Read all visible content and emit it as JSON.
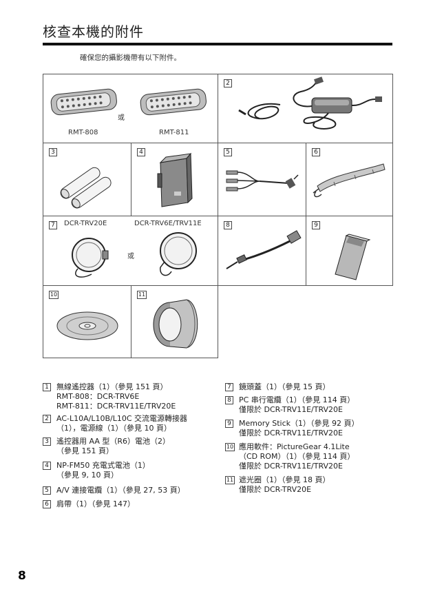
{
  "title": "核查本機的附件",
  "intro": "確保您的攝影機帶有以下附件。",
  "panels": {
    "p1": {
      "or": "或",
      "label_a": "RMT-808",
      "label_b": "RMT-811"
    },
    "p2": {
      "num": "2"
    },
    "p3": {
      "num": "3"
    },
    "p4": {
      "num": "4"
    },
    "p5": {
      "num": "5"
    },
    "p6": {
      "num": "6"
    },
    "p7": {
      "num": "7",
      "label_a": "DCR-TRV20E",
      "label_b": "DCR-TRV6E/TRV11E",
      "or": "或"
    },
    "p8": {
      "num": "8"
    },
    "p9": {
      "num": "9"
    },
    "p10": {
      "num": "10"
    },
    "p11": {
      "num": "11"
    }
  },
  "items_left": [
    {
      "num": "1",
      "line1": "無線遙控器（1）（參見 151 頁）",
      "sub": [
        "RMT-808：DCR-TRV6E",
        "RMT-811：DCR-TRV11E/TRV20E"
      ]
    },
    {
      "num": "2",
      "line1": "AC-L10A/L10B/L10C 交流電源轉接器",
      "sub": [
        "（1），電源線（1）（參見 10 頁）"
      ]
    },
    {
      "num": "3",
      "line1": "遙控器用 AA 型（R6）電池（2）",
      "sub": [
        "（參見 151 頁）"
      ]
    },
    {
      "num": "4",
      "line1": "NP-FM50 充電式電池（1）",
      "sub": [
        "（參見 9, 10 頁）"
      ]
    },
    {
      "num": "5",
      "line1": "A/V 連接電纜（1）（參見 27, 53 頁）",
      "sub": []
    },
    {
      "num": "6",
      "line1": "肩帶（1）（參見 147）",
      "sub": []
    }
  ],
  "items_right": [
    {
      "num": "7",
      "line1": "鏡頭蓋（1）（參見 15 頁）",
      "sub": []
    },
    {
      "num": "8",
      "line1": "PC 串行電纜（1）（參見 114 頁）",
      "sub": [
        "僅限於 DCR-TRV11E/TRV20E"
      ]
    },
    {
      "num": "9",
      "line1": "Memory Stick（1）（參見 92 頁）",
      "sub": [
        "僅限於 DCR-TRV11E/TRV20E"
      ]
    },
    {
      "num": "10",
      "line1": "應用軟件：PictureGear 4.1Lite",
      "sub": [
        "（CD ROM）（1）（參見 114 頁）",
        "僅限於 DCR-TRV11E/TRV20E"
      ]
    },
    {
      "num": "11",
      "line1": "遮光圈（1）（參見 18 頁）",
      "sub": [
        "僅限於 DCR-TRV20E"
      ]
    }
  ],
  "page_number": "8"
}
